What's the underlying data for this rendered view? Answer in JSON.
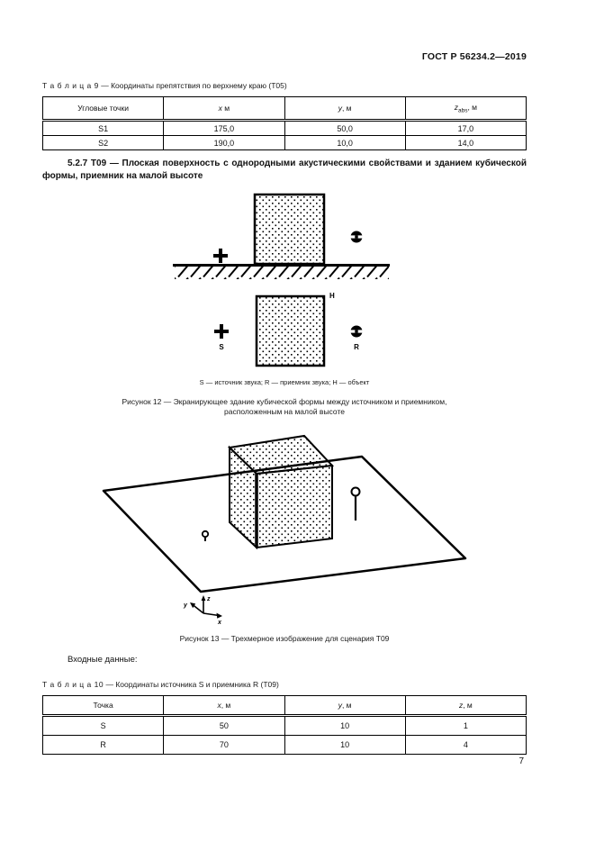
{
  "header": {
    "title": "ГОСТ Р 56234.2—2019"
  },
  "page": {
    "number": "7"
  },
  "table9": {
    "caption_label": "Т а б л и ц а  9",
    "caption_title": "— Координаты препятствия по верхнему краю (Т05)",
    "col0": "Угловые точки",
    "col1_var": "x",
    "col1_unit": " м",
    "col2_var": "y",
    "col2_unit": ", м",
    "col3_var": "z",
    "col3_sub": "abs",
    "col3_unit": ", м",
    "rows": [
      [
        "S1",
        "175,0",
        "50,0",
        "17,0"
      ],
      [
        "S2",
        "190,0",
        "10,0",
        "14,0"
      ]
    ]
  },
  "section": {
    "heading": "5.2.7 Т09 — Плоская поверхность с однородными акустическими свойствами и зданием кубической формы, приемник на малой высоте"
  },
  "figure12": {
    "label_h": "Н",
    "label_s": "S",
    "label_r": "R",
    "legend": "S — источник звука; R — приемник звука; Н — объект",
    "caption_line1": "Рисунок 12 — Экранирующее здание кубической формы между источником и приемником,",
    "caption_line2": "расположенным на малой высоте",
    "icons": [
      "source-cross-icon",
      "receiver-icon",
      "building-stippled-square",
      "ground-hatching"
    ]
  },
  "figure13": {
    "axis_x": "x",
    "axis_y": "y",
    "axis_z": "z",
    "caption": "Рисунок 13 — Трехмерное изображение для сценария Т09",
    "icons": [
      "ground-plane",
      "stippled-cube",
      "source-pin-icon",
      "receiver-pin-icon",
      "coordinate-axes-icon"
    ]
  },
  "body": {
    "input_data": "Входные данные:"
  },
  "table10": {
    "caption_label": "Т а б л и ц а  10",
    "caption_title": "— Координаты источника S и приемника R (Т09)",
    "col0": "Точка",
    "col1_var": "x",
    "col1_unit": ", м",
    "col2_var": "y",
    "col2_unit": ", м",
    "col3_var": "z",
    "col3_unit": ", м",
    "rows": [
      [
        "S",
        "50",
        "10",
        "1"
      ],
      [
        "R",
        "70",
        "10",
        "4"
      ]
    ]
  }
}
